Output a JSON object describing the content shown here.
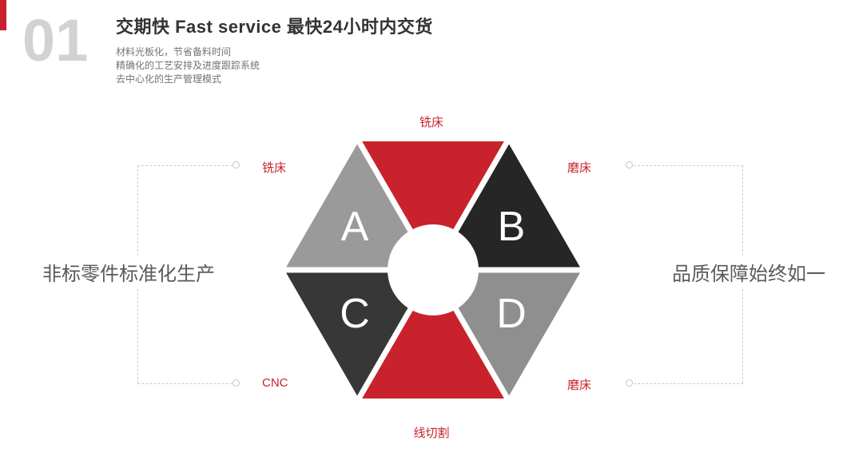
{
  "colors": {
    "accent_red": "#c8232c",
    "dark_b": "#262626",
    "dark_c": "#373737",
    "gray_a": "#9a9a9a",
    "gray_d": "#8f8f8f",
    "index_gray": "#d2d2d2",
    "connector_gray": "#cccccc"
  },
  "header": {
    "index": "01",
    "title": "交期快  Fast service 最快24小时内交货",
    "lines": [
      "材料光板化，节省备料时间",
      "精确化的工艺安排及进度跟踪系统",
      "去中心化的生产管理模式"
    ]
  },
  "left_caption": "非标零件标准化生产",
  "right_caption": "品质保障始终如一",
  "diagram": {
    "segments": [
      {
        "position": "top",
        "label": "铣床",
        "letter": "",
        "color": "#c8232c"
      },
      {
        "position": "top-left",
        "label": "铣床",
        "letter": "A",
        "color": "#9a9a9a"
      },
      {
        "position": "top-right",
        "label": "磨床",
        "letter": "B",
        "color": "#262626"
      },
      {
        "position": "bottom-left",
        "label": "CNC",
        "letter": "C",
        "color": "#373737"
      },
      {
        "position": "bottom-right",
        "label": "磨床",
        "letter": "D",
        "color": "#8f8f8f"
      },
      {
        "position": "bottom",
        "label": "线切割",
        "letter": "",
        "color": "#c8232c"
      }
    ]
  }
}
